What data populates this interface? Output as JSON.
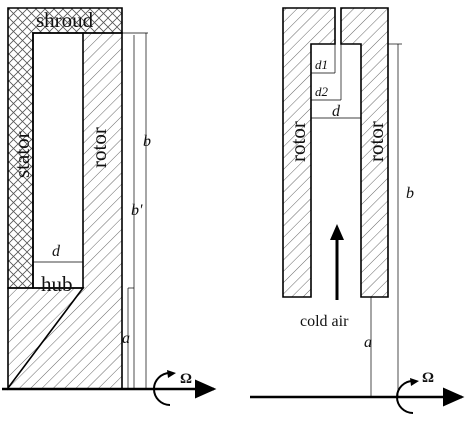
{
  "left_diagram": {
    "shroud_label": "shroud",
    "stator_label": "stator",
    "rotor_label": "rotor",
    "hub_label": "hub",
    "dim_d": "d",
    "dim_a": "a",
    "dim_b": "b",
    "dim_b_prime": "b'",
    "rotation_symbol": "Ω"
  },
  "right_diagram": {
    "rotor_left_label": "rotor",
    "rotor_right_label": "rotor",
    "dim_d1": "d1",
    "dim_d2": "d2",
    "dim_d": "d",
    "dim_a": "a",
    "dim_b": "b",
    "flow_label": "cold air",
    "rotation_symbol": "Ω"
  }
}
